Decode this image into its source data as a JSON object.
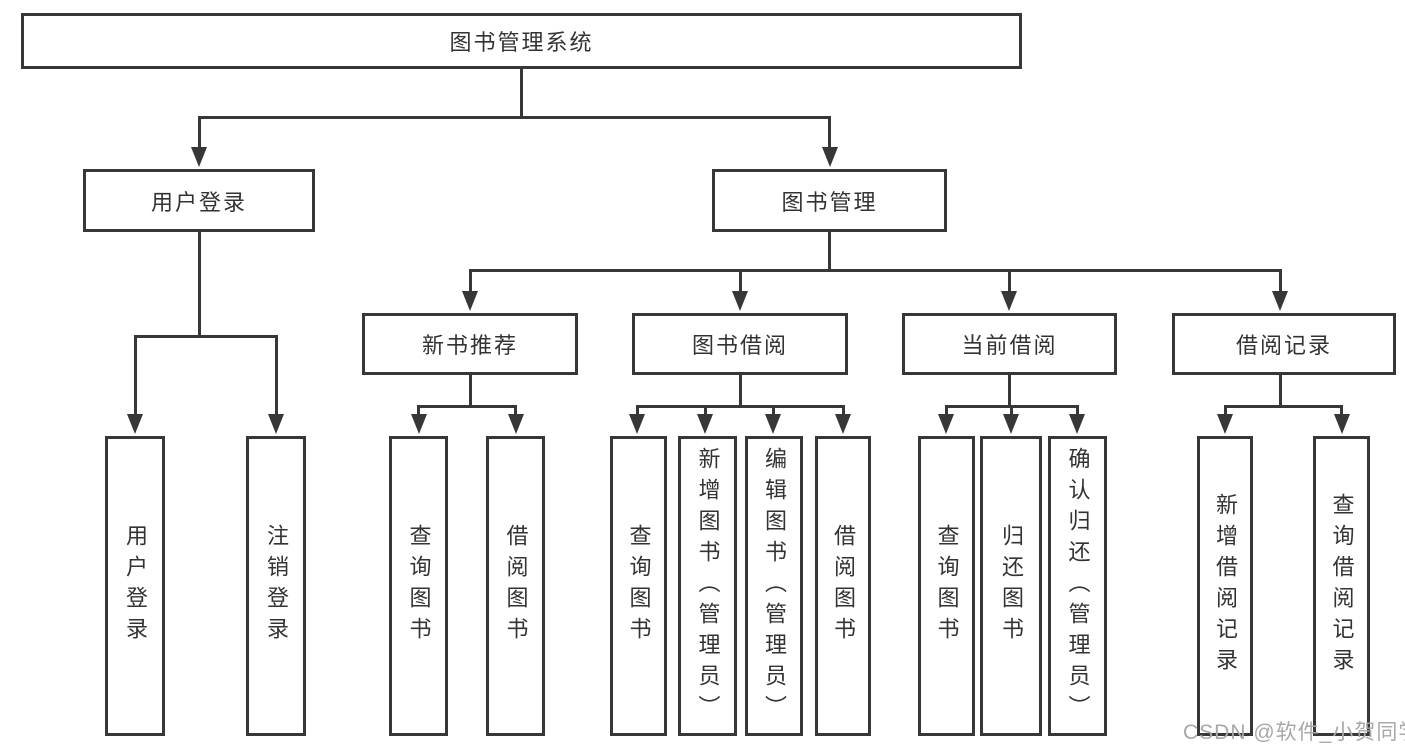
{
  "diagram": {
    "root": {
      "label": "图书管理系统"
    },
    "level1": [
      {
        "label": "用户登录"
      },
      {
        "label": "图书管理"
      }
    ],
    "level2": [
      {
        "label": "新书推荐"
      },
      {
        "label": "图书借阅"
      },
      {
        "label": "当前借阅"
      },
      {
        "label": "借阅记录"
      }
    ],
    "leaves": {
      "user_login": [
        "用户登录",
        "注销登录"
      ],
      "new_book_recommend": [
        "查询图书",
        "借阅图书"
      ],
      "book_borrow": [
        "查询图书",
        "新增图书（管理员）",
        "编辑图书（管理员）",
        "借阅图书"
      ],
      "current_borrow": [
        "查询图书",
        "归还图书",
        "确认归还（管理员）"
      ],
      "borrow_record": [
        "新增借阅记录",
        "查询借阅记录"
      ]
    },
    "watermark": "CSDN @软件_小贺同学",
    "colors": {
      "line": "#373737",
      "text": "#333333",
      "background": "#ffffff",
      "watermark": "#a8a8a8"
    }
  }
}
